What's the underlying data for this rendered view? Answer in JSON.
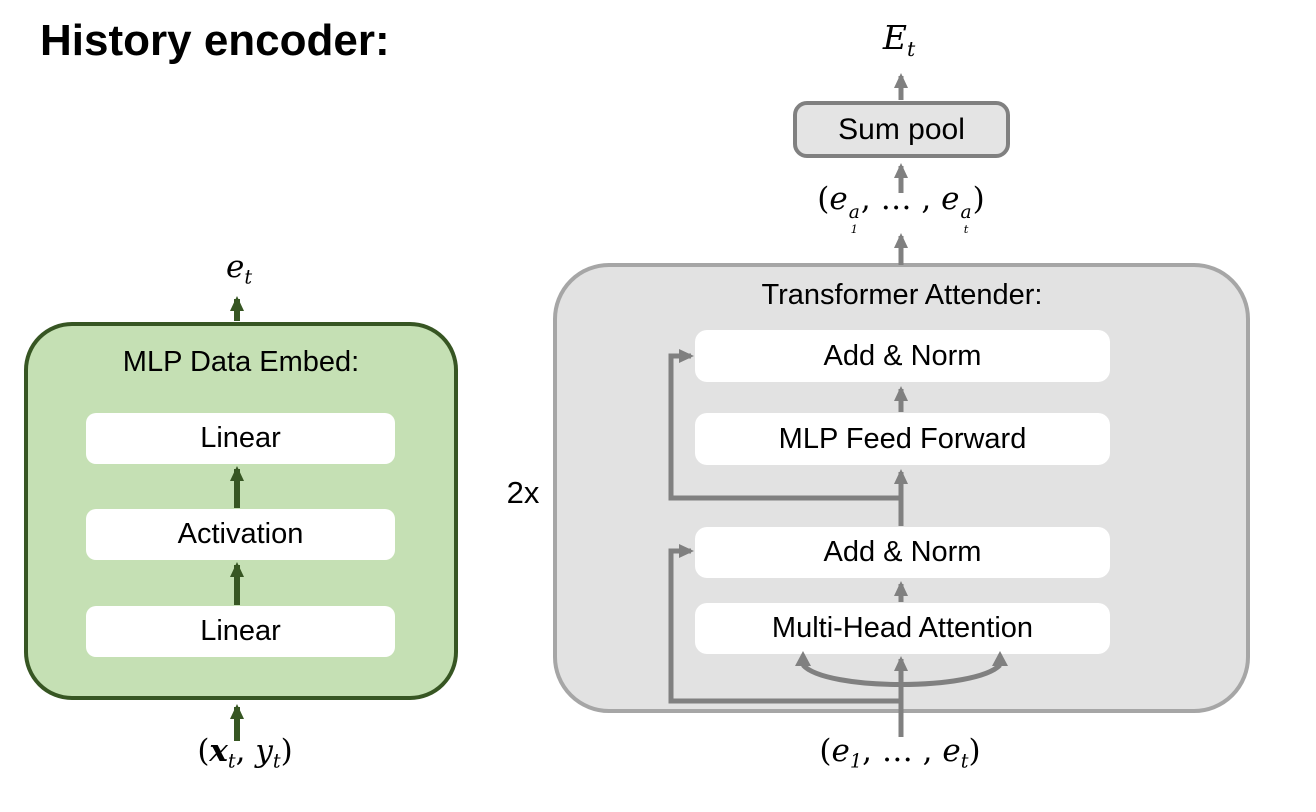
{
  "page": {
    "title": "History encoder:"
  },
  "colors": {
    "green_fill": "#c5e0b4",
    "green_border": "#375623",
    "green_arrow": "#375623",
    "gray_fill": "#e2e2e2",
    "gray_border": "#a6a6a6",
    "sumpool_fill": "#e4e4e4",
    "sumpool_border": "#808080",
    "gray_arrow": "#808080",
    "text": "#000000"
  },
  "mlp_embed": {
    "title": "MLP Data Embed:",
    "output_math": {
      "base": "e",
      "sub": "t"
    },
    "layers": [
      {
        "label": "Linear"
      },
      {
        "label": "Activation"
      },
      {
        "label": "Linear"
      }
    ],
    "input_math": {
      "open": "(",
      "x_base": "x",
      "x_sub": "t",
      "comma": ", ",
      "y_base": "y",
      "y_sub": "t",
      "close": ")"
    }
  },
  "attender": {
    "output_math": {
      "base": "E",
      "sub": "t"
    },
    "sum_pool_label": "Sum pool",
    "pooled_math": {
      "open": "(",
      "e1_base": "e",
      "e1_sub": "1",
      "e1_sup": "a",
      "dots": ", … , ",
      "e2_base": "e",
      "e2_sub": "t",
      "e2_sup": "a",
      "close": ")"
    },
    "title": "Transformer Attender:",
    "repeat_label": "2x",
    "blocks": [
      {
        "label": "Add & Norm"
      },
      {
        "label": "MLP Feed Forward"
      },
      {
        "label": "Add & Norm"
      },
      {
        "label": "Multi-Head Attention"
      }
    ],
    "input_math": {
      "open": "(",
      "e1_base": "e",
      "e1_sub": "1",
      "dots": ", … , ",
      "e2_base": "e",
      "e2_sub": "t",
      "close": ")"
    }
  }
}
